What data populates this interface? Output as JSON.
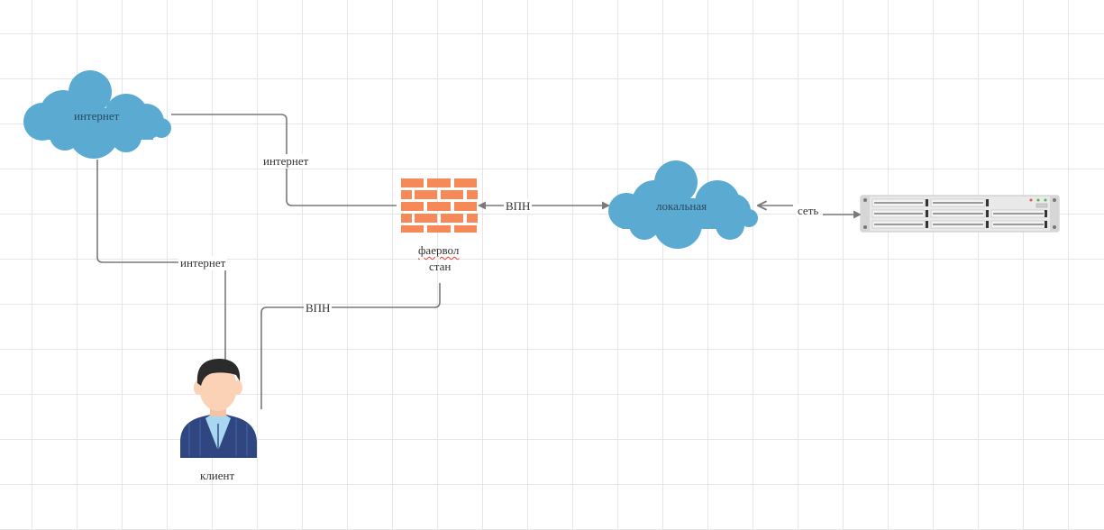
{
  "nodes": {
    "internet_cloud": "интернет",
    "local_cloud": "локальная",
    "firewall_line1": "фаервол",
    "firewall_line2": "стан",
    "client": "клиент"
  },
  "edges": {
    "cloud_to_firewall": "интернет",
    "cloud_to_client": "интернет",
    "firewall_to_local": "ВПН",
    "client_to_firewall": "ВПН",
    "local_to_server": "сеть"
  },
  "colors": {
    "cloud": "#5aaad1",
    "firewall": "#f58a58",
    "line": "#7a7a7a",
    "client_shirt": "#2f4680",
    "client_skin": "#fcd2b7",
    "client_hair": "#2b2b2b",
    "server": "#e9e9e9"
  },
  "icons": [
    "cloud-icon",
    "firewall-icon",
    "person-icon",
    "server-rack-icon"
  ]
}
